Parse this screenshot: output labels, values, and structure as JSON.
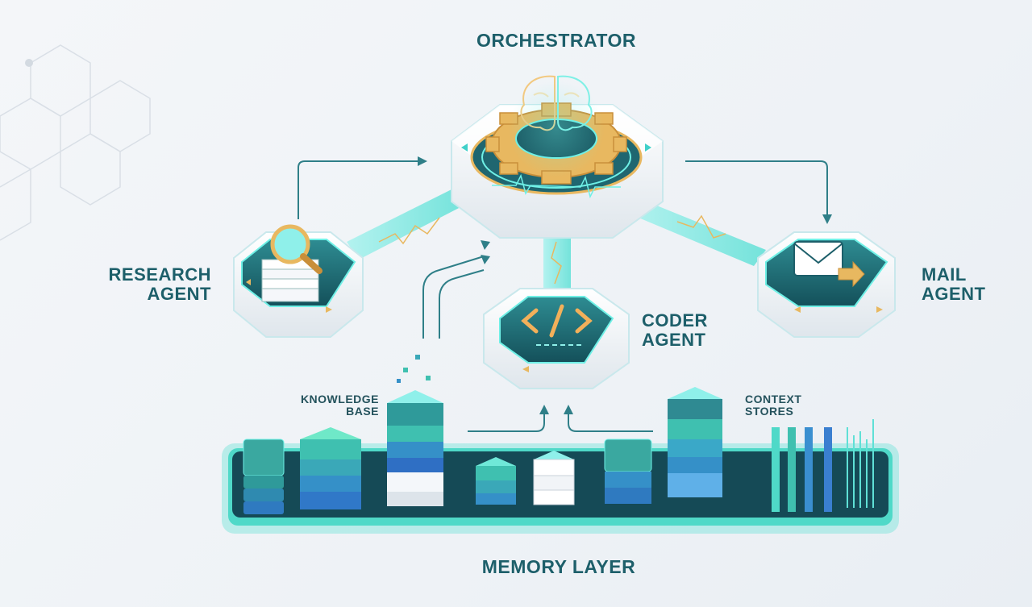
{
  "title": "ORCHESTRATOR",
  "agents": {
    "research": [
      "RESEARCH",
      "AGENT"
    ],
    "coder": [
      "CODER",
      "AGENT"
    ],
    "mail": [
      "MAIL",
      "AGENT"
    ]
  },
  "memory": {
    "title": "MEMORY LAYER",
    "knowledge": [
      "KNOWLEDGE",
      "BASE"
    ],
    "context": [
      "CONTEXT",
      "STORES"
    ]
  },
  "icons": {
    "orchestrator": "brain-gear-icon",
    "research": "magnifier-documents-icon",
    "coder": "code-brackets-icon",
    "mail": "envelope-arrow-icon"
  },
  "colors": {
    "teal_dark": "#1d5f6a",
    "teal": "#3fd0c9",
    "gold": "#e8b860",
    "accent_blue": "#3a7fd0"
  }
}
